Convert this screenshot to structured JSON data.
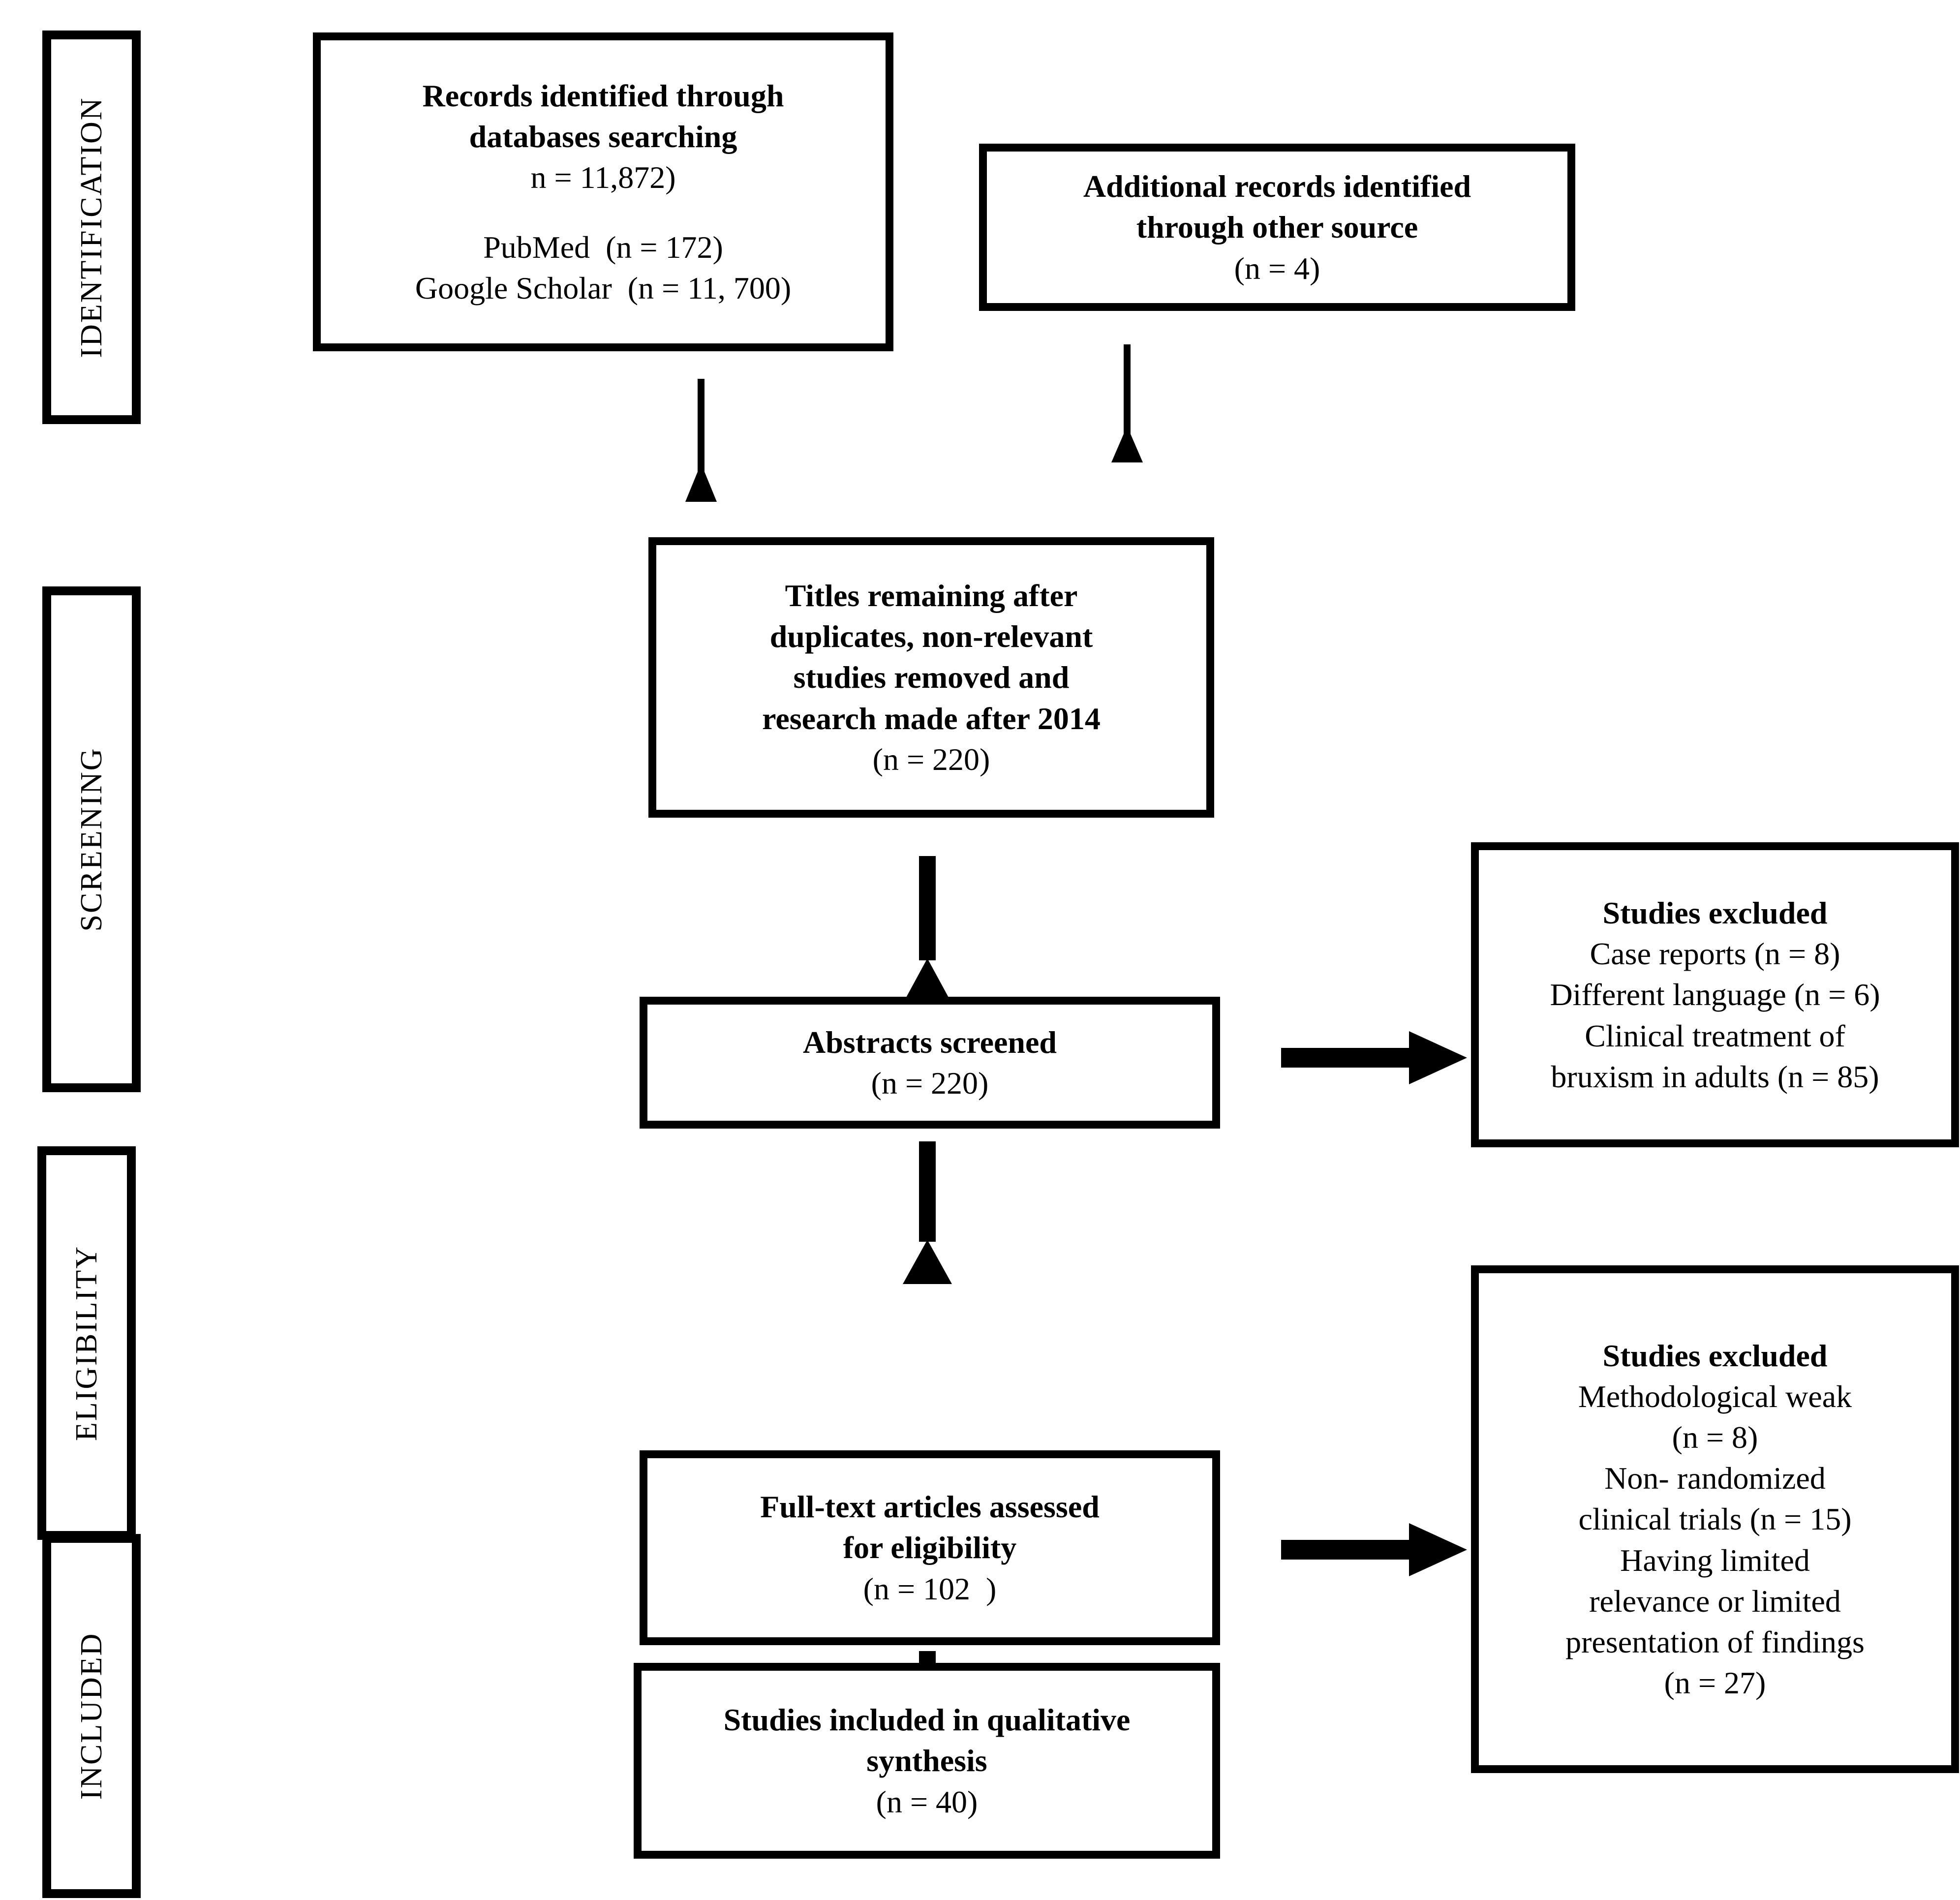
{
  "diagram": {
    "type": "prisma-flow-diagram",
    "accent_color": "#000000",
    "background_color": "#ffffff"
  },
  "stages": [
    {
      "id": "identification",
      "label": "IDENTIFICATION"
    },
    {
      "id": "screening",
      "label": "SCREENING"
    },
    {
      "id": "eligibility",
      "label": "ELIGIBILITY"
    },
    {
      "id": "included",
      "label": "INCLUDED"
    }
  ],
  "boxes": {
    "records_identified": {
      "lines": [
        {
          "text": "Records identified through",
          "bold": true
        },
        {
          "text": "databases searching",
          "bold": true
        },
        {
          "text": "n = 11,872)",
          "bold": false
        },
        {
          "text": "",
          "bold": false
        },
        {
          "text": "PubMed  (n = 172)",
          "bold": false
        },
        {
          "text": "Google Scholar  (n = 11, 700)",
          "bold": false
        }
      ]
    },
    "additional_records": {
      "lines": [
        {
          "text": "Additional records identified",
          "bold": true
        },
        {
          "text": "through other source",
          "bold": true
        },
        {
          "text": "(n = 4)",
          "bold": false
        }
      ]
    },
    "titles_remaining": {
      "lines": [
        {
          "text": "Titles remaining after",
          "bold": true
        },
        {
          "text": "duplicates, non-relevant",
          "bold": true
        },
        {
          "text": "studies removed and",
          "bold": true
        },
        {
          "text": "research made after 2014",
          "bold": true
        },
        {
          "text": "(n = 220)",
          "bold": false
        }
      ]
    },
    "abstracts_screened": {
      "lines": [
        {
          "text": "Abstracts screened",
          "bold": true
        },
        {
          "text": "(n = 220)",
          "bold": false
        }
      ]
    },
    "excluded_screening": {
      "lines": [
        {
          "text": "Studies excluded",
          "bold": true
        },
        {
          "text": "Case reports (n = 8)",
          "bold": false
        },
        {
          "text": "Different language (n = 6)",
          "bold": false
        },
        {
          "text": "Clinical treatment of",
          "bold": false
        },
        {
          "text": "bruxism in adults (n = 85)",
          "bold": false
        }
      ]
    },
    "fulltext_assessed": {
      "lines": [
        {
          "text": "Full-text articles assessed",
          "bold": true
        },
        {
          "text": "for eligibility",
          "bold": true
        },
        {
          "text": "(n = 102  )",
          "bold": false
        }
      ]
    },
    "excluded_eligibility": {
      "lines": [
        {
          "text": "Studies excluded",
          "bold": true
        },
        {
          "text": "Methodological weak",
          "bold": false
        },
        {
          "text": "(n = 8)",
          "bold": false
        },
        {
          "text": "Non- randomized",
          "bold": false
        },
        {
          "text": "clinical trials (n = 15)",
          "bold": false
        },
        {
          "text": "Having limited",
          "bold": false
        },
        {
          "text": "relevance or limited",
          "bold": false
        },
        {
          "text": "presentation of findings",
          "bold": false
        },
        {
          "text": "(n = 27)",
          "bold": false
        }
      ]
    },
    "studies_included": {
      "lines": [
        {
          "text": "Studies included in qualitative",
          "bold": true
        },
        {
          "text": "synthesis",
          "bold": true
        },
        {
          "text": "(n = 40)",
          "bold": false
        }
      ]
    }
  },
  "counts": {
    "records_identified_total": 11872,
    "pubmed": 172,
    "google_scholar": 11700,
    "additional_records": 4,
    "titles_remaining": 220,
    "abstracts_screened": 220,
    "excluded_case_reports": 8,
    "excluded_different_language": 6,
    "excluded_clinical_treatment_bruxism_adults": 85,
    "fulltext_assessed": 102,
    "excluded_methodological_weak": 8,
    "excluded_non_randomized_clinical_trials": 15,
    "excluded_limited_relevance_presentation": 27,
    "studies_included": 40
  }
}
